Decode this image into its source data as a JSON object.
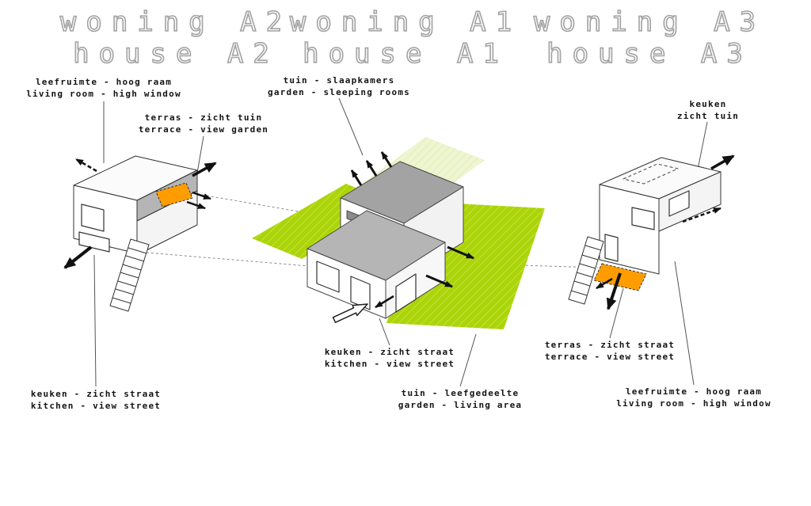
{
  "titles": [
    {
      "id": "a2",
      "line1": "woning A2",
      "line2": "house A2"
    },
    {
      "id": "a1",
      "line1": "woning A1",
      "line2": "house A1"
    },
    {
      "id": "a3",
      "line1": "woning A3",
      "line2": "house A3"
    }
  ],
  "labels": {
    "a2_living": {
      "nl": "leefruimte - hoog raam",
      "en": "living room - high window"
    },
    "a2_terrace": {
      "nl": "terras - zicht tuin",
      "en": "terrace - view garden"
    },
    "a2_kitchen": {
      "nl": "keuken - zicht straat",
      "en": "kitchen - view street"
    },
    "a1_garden_back": {
      "nl": "tuin - slaapkamers",
      "en": "garden - sleeping rooms"
    },
    "a1_kitchen": {
      "nl": "keuken - zicht straat",
      "en": "kitchen - view street"
    },
    "a1_garden_front": {
      "nl": "tuin - leefgedeelte",
      "en": "garden - living area"
    },
    "a3_kitchen": {
      "nl": "keuken",
      "en": "zicht tuin"
    },
    "a3_terrace": {
      "nl": "terras - zicht straat",
      "en": "terrace - view street"
    },
    "a3_living": {
      "nl": "leefruimte - hoog raam",
      "en": "living room - high window"
    }
  },
  "colors": {
    "garden_bright": "#abd40a",
    "garden_bright_hatch": "#c3e43c",
    "garden_pale": "#eef5d0",
    "garden_pale_hatch": "#e0edb8",
    "roof_gray_dark": "#a3a3a3",
    "roof_gray_light": "#b5b5b5",
    "terrace_orange": "#ff9d00",
    "line_black": "#111111",
    "title_outline": "#a3a3a3"
  }
}
